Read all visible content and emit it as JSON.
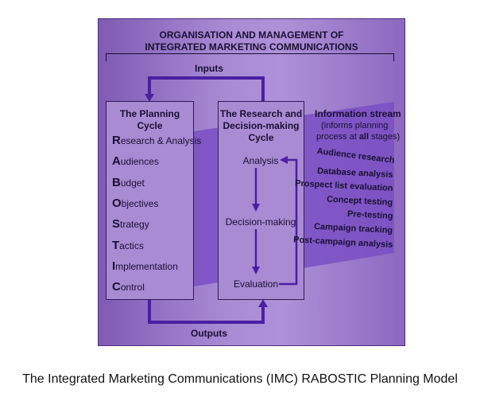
{
  "header": {
    "line1": "ORGANISATION AND MANAGEMENT OF",
    "line2": "INTEGRATED MARKETING COMMUNICATIONS"
  },
  "flow": {
    "inputs": "Inputs",
    "outputs": "Outputs"
  },
  "planning_cycle": {
    "title": "The Planning Cycle",
    "items": [
      {
        "initial": "R",
        "rest": "esearch & Analysis"
      },
      {
        "initial": "A",
        "rest": "udiences"
      },
      {
        "initial": "B",
        "rest": "udget"
      },
      {
        "initial": "O",
        "rest": "bjectives"
      },
      {
        "initial": "S",
        "rest": "trategy"
      },
      {
        "initial": "T",
        "rest": "actics"
      },
      {
        "initial": "I",
        "rest": "mplementation"
      },
      {
        "initial": "C",
        "rest": "ontrol"
      }
    ]
  },
  "research_cycle": {
    "title_line1": "The Research and",
    "title_line2": "Decision-making",
    "title_line3": "Cycle",
    "steps": [
      "Analysis",
      "Decision-making",
      "Evaluation"
    ]
  },
  "information_stream": {
    "title": "Information stream",
    "sub_line1": "(informs planning",
    "sub_line2_pre": "process at ",
    "sub_line2_bold": "all",
    "sub_line2_post": " stages)",
    "items": [
      "Audience research",
      "Database analysis",
      "Prospect list evaluation",
      "Concept testing",
      "Pre-testing",
      "Campaign tracking",
      "Post-campaign analysis"
    ]
  },
  "caption": "The Integrated Marketing Communications (IMC) RABOSTIC Planning Model",
  "colors": {
    "arrow": "#4a1fa0",
    "band": "#7a4fc4"
  }
}
